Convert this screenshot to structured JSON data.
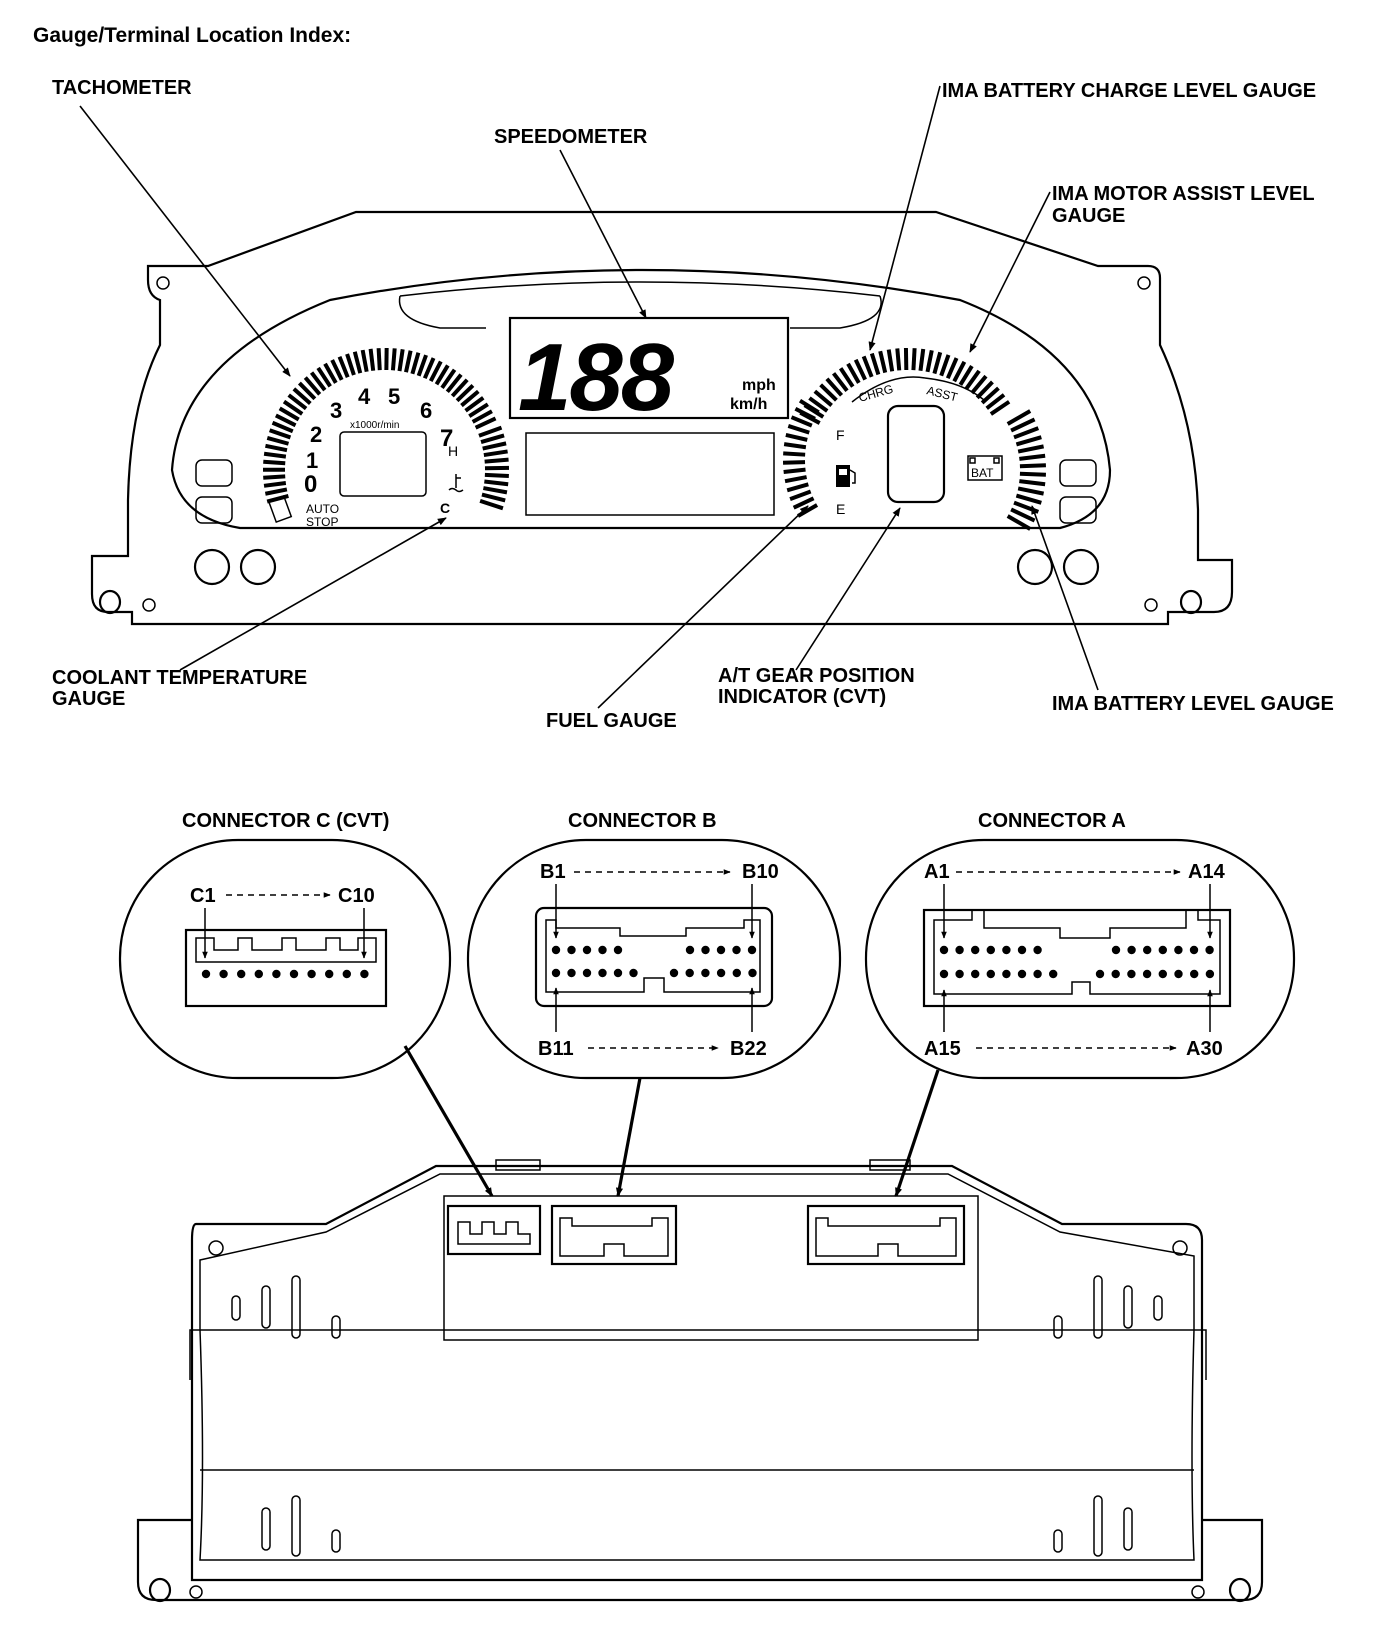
{
  "title": "Gauge/Terminal Location Index:",
  "callouts": {
    "tachometer": "TACHOMETER",
    "speedometer": "SPEEDOMETER",
    "ima_charge": "IMA BATTERY CHARGE LEVEL GAUGE",
    "ima_assist_1": "IMA MOTOR ASSIST LEVEL",
    "ima_assist_2": "GAUGE",
    "coolant_1": "COOLANT TEMPERATURE",
    "coolant_2": "GAUGE",
    "fuel": "FUEL GAUGE",
    "gear_1": "A/T GEAR POSITION",
    "gear_2": "INDICATOR (CVT)",
    "ima_battery": "IMA BATTERY LEVEL GAUGE"
  },
  "dash": {
    "speed_value": "188",
    "unit_mph": "mph",
    "unit_kmh": "km/h",
    "tach_numbers": [
      "0",
      "1",
      "2",
      "3",
      "4",
      "5",
      "6",
      "7"
    ],
    "tach_scale": "x1000r/min",
    "auto_stop_1": "AUTO",
    "auto_stop_2": "STOP",
    "temp_hot": "H",
    "temp_cold": "C",
    "fuel_full": "F",
    "fuel_empty": "E",
    "chrg": "CHRG",
    "asst": "ASST",
    "bat": "BAT"
  },
  "connectors": {
    "c": {
      "title": "CONNECTOR C (CVT)",
      "first": "C1",
      "last": "C10"
    },
    "b": {
      "title": "CONNECTOR B",
      "top_first": "B1",
      "top_last": "B10",
      "bottom_first": "B11",
      "bottom_last": "B22"
    },
    "a": {
      "title": "CONNECTOR A",
      "top_first": "A1",
      "top_last": "A14",
      "bottom_first": "A15",
      "bottom_last": "A30"
    }
  }
}
